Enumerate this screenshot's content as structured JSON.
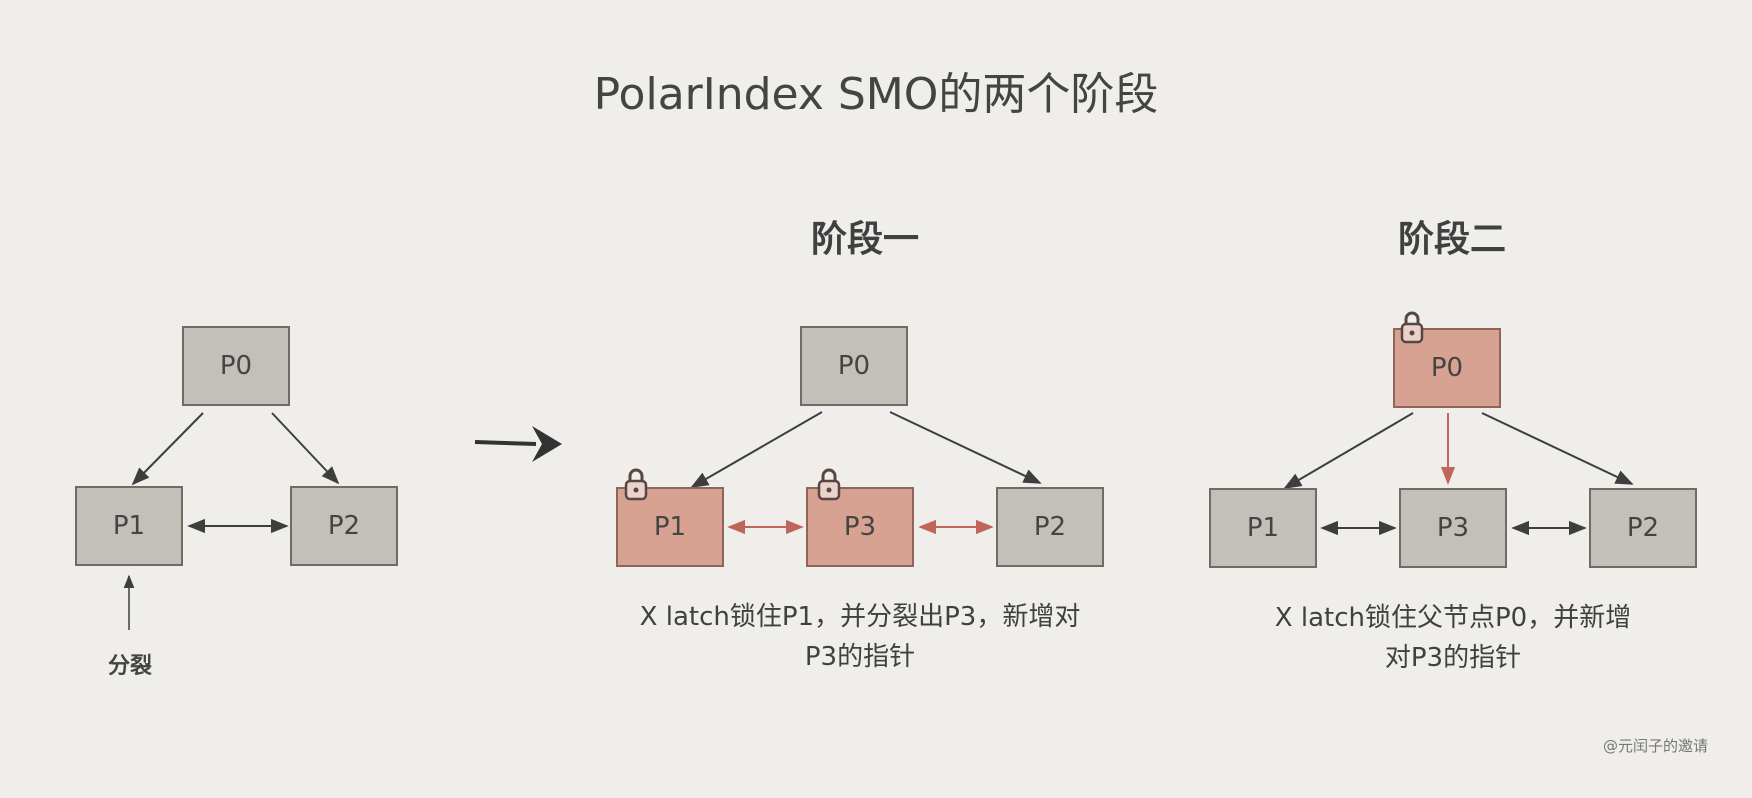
{
  "title": "PolarIndex SMO的两个阶段",
  "phase1": {
    "heading": "阶段一",
    "caption_line1": "X latch锁住P1，并分裂出P3，新增对",
    "caption_line2": "P3的指针"
  },
  "phase2": {
    "heading": "阶段二",
    "caption_line1": "X latch锁住父节点P0，并新增",
    "caption_line2": "对P3的指针"
  },
  "initial": {
    "split_label": "分裂"
  },
  "nodes": {
    "p0": "P0",
    "p1": "P1",
    "p2": "P2",
    "p3": "P3"
  },
  "watermark": "@元闰子的邀请",
  "colors": {
    "background": "#efeeea",
    "node_default": "#c3c0b9",
    "node_locked": "#d7a292",
    "arrow_default": "#3e3e3e",
    "arrow_highlight": "#c0655a"
  },
  "icons": [
    "lock-icon",
    "right-arrow-icon"
  ]
}
